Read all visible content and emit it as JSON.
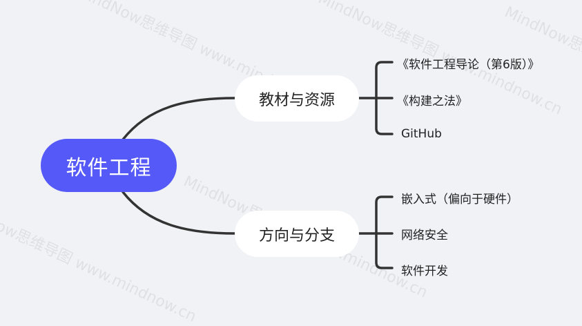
{
  "watermark": {
    "brand": "MindNow思维导图",
    "url": "www.mindnow.cn"
  },
  "colors": {
    "background": "#f1f2f6",
    "root_fill": "#5559f7",
    "branch_fill": "#ffffff",
    "line": "#333333"
  },
  "mindmap": {
    "root": {
      "label": "软件工程"
    },
    "branches": [
      {
        "label": "教材与资源",
        "children": [
          {
            "label": "《软件工程导论（第6版）》"
          },
          {
            "label": "《构建之法》"
          },
          {
            "label": "GitHub"
          }
        ]
      },
      {
        "label": "方向与分支",
        "children": [
          {
            "label": "嵌入式（偏向于硬件）"
          },
          {
            "label": "网络安全"
          },
          {
            "label": "软件开发"
          }
        ]
      }
    ]
  }
}
